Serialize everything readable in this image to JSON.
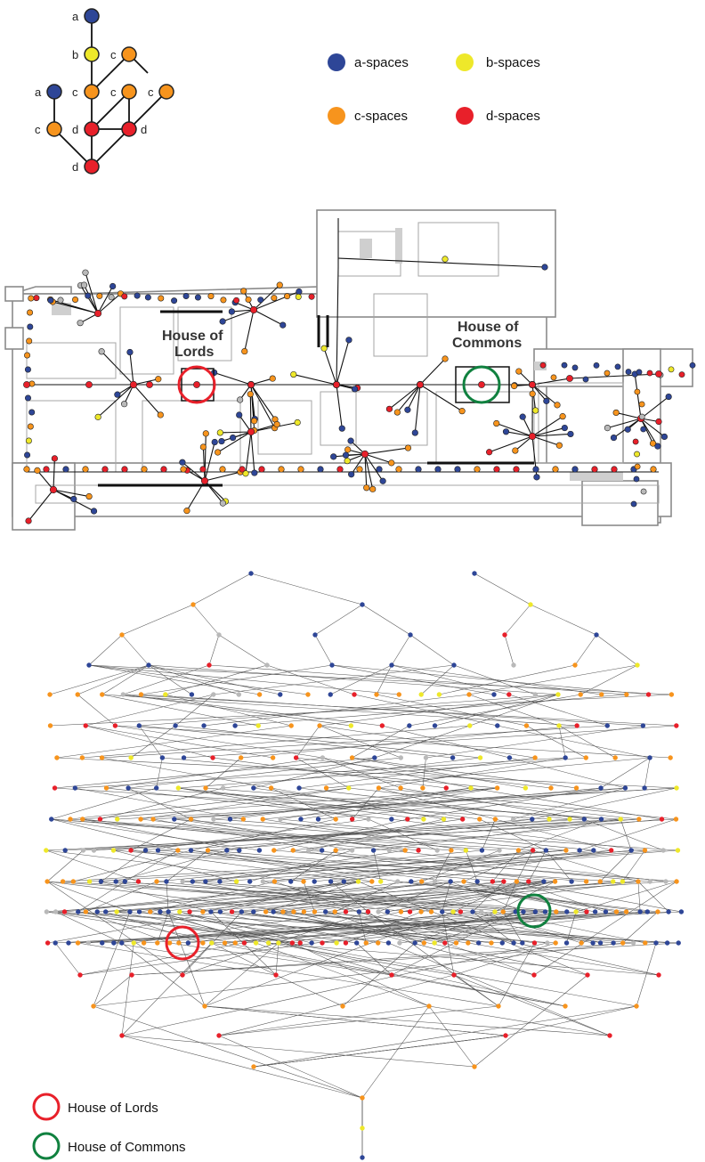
{
  "colors": {
    "a": "#2e4697",
    "b": "#eee82a",
    "c": "#f7941d",
    "d": "#e8202a",
    "grey": "#b9b9b9",
    "dark": "#5a5a5a",
    "lords": "#e8202a",
    "commons": "#10813f"
  },
  "small_graph": {
    "labels": {
      "n1": "a",
      "n2": "b",
      "n3": "c",
      "n4": "c",
      "n5": "c",
      "n6": "c",
      "n7": "a",
      "n8": "c",
      "n9": "d",
      "n10": "d",
      "n11": "d"
    }
  },
  "legend": [
    {
      "key": "a",
      "label": "a-spaces"
    },
    {
      "key": "b",
      "label": "b-spaces"
    },
    {
      "key": "c",
      "label": "c-spaces"
    },
    {
      "key": "d",
      "label": "d-spaces"
    }
  ],
  "plan": {
    "lords_label_1": "House of",
    "lords_label_2": "Lords",
    "commons_label_1": "House of",
    "commons_label_2": "Commons"
  },
  "bottom_legend": {
    "lords": "House of Lords",
    "commons": "House of Commons"
  }
}
